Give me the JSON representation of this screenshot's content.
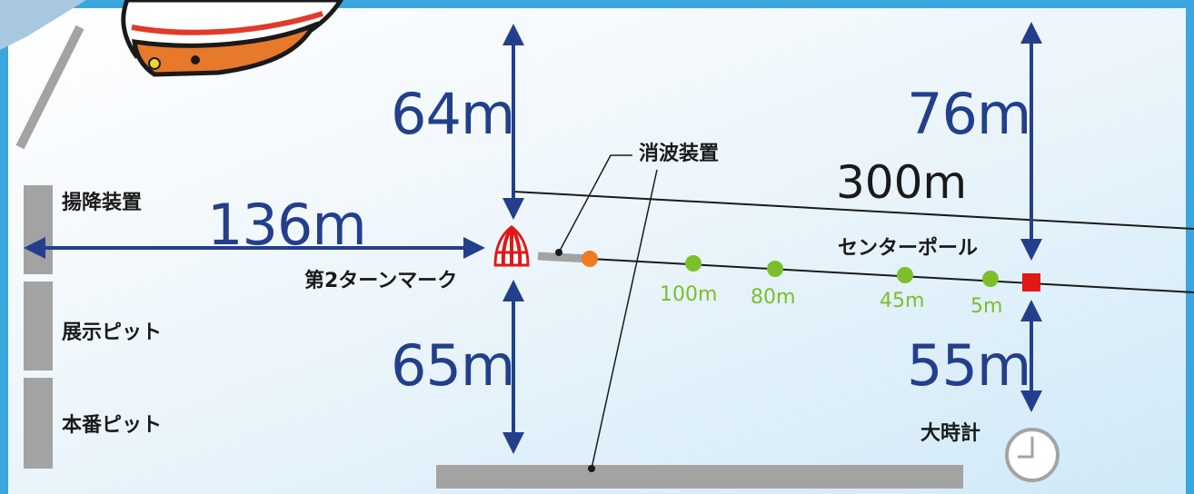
{
  "labels": {
    "dist_64": "64m",
    "dist_76": "76m",
    "dist_300": "300m",
    "dist_136": "136m",
    "dist_65": "65m",
    "dist_55": "55m",
    "wave_breaker": "消波装置",
    "lift_device": "揚降装置",
    "exhibition_pit": "展示ピット",
    "main_pit": "本番ピット",
    "second_turn_mark": "第2ターンマーク",
    "center_pole": "センターポール",
    "big_clock": "大時計",
    "m100": "100m",
    "m80": "80m",
    "m45": "45m",
    "m5": "5m"
  },
  "colors": {
    "frame": "#3aa6dd",
    "arrow": "#233f8c",
    "marker_green": "#7cbf2b",
    "marker_orange": "#ee7a22",
    "center_pole": "#e01818",
    "structure_gray": "#a3a3a3"
  }
}
